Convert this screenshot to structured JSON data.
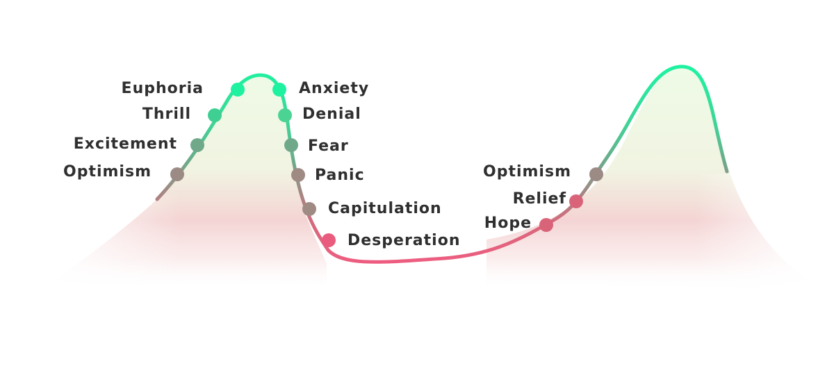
{
  "stages": [
    {
      "label": "Optimism",
      "color": "#9c8a84"
    },
    {
      "label": "Excitement",
      "color": "#6fa98a"
    },
    {
      "label": "Thrill",
      "color": "#3fcf92"
    },
    {
      "label": "Euphoria",
      "color": "#1ef2a0"
    },
    {
      "label": "Anxiety",
      "color": "#1ef2a0"
    },
    {
      "label": "Denial",
      "color": "#4bd394"
    },
    {
      "label": "Fear",
      "color": "#6fa98a"
    },
    {
      "label": "Panic",
      "color": "#a08a84"
    },
    {
      "label": "Capitulation",
      "color": "#a08a84"
    },
    {
      "label": "Desperation",
      "color": "#ea5c7e"
    },
    {
      "label": "Hope",
      "color": "#d9647a"
    },
    {
      "label": "Relief",
      "color": "#d9647a"
    },
    {
      "label": "Optimism",
      "color": "#9c8a84"
    }
  ],
  "colors": {
    "high_green": "#1ef2a0",
    "mid_gray": "#9c8a84",
    "low_pink": "#ea5c7e",
    "fill_green": "#eefbe6",
    "fill_pink": "#f6cfd2",
    "text": "#2f2f2f"
  }
}
